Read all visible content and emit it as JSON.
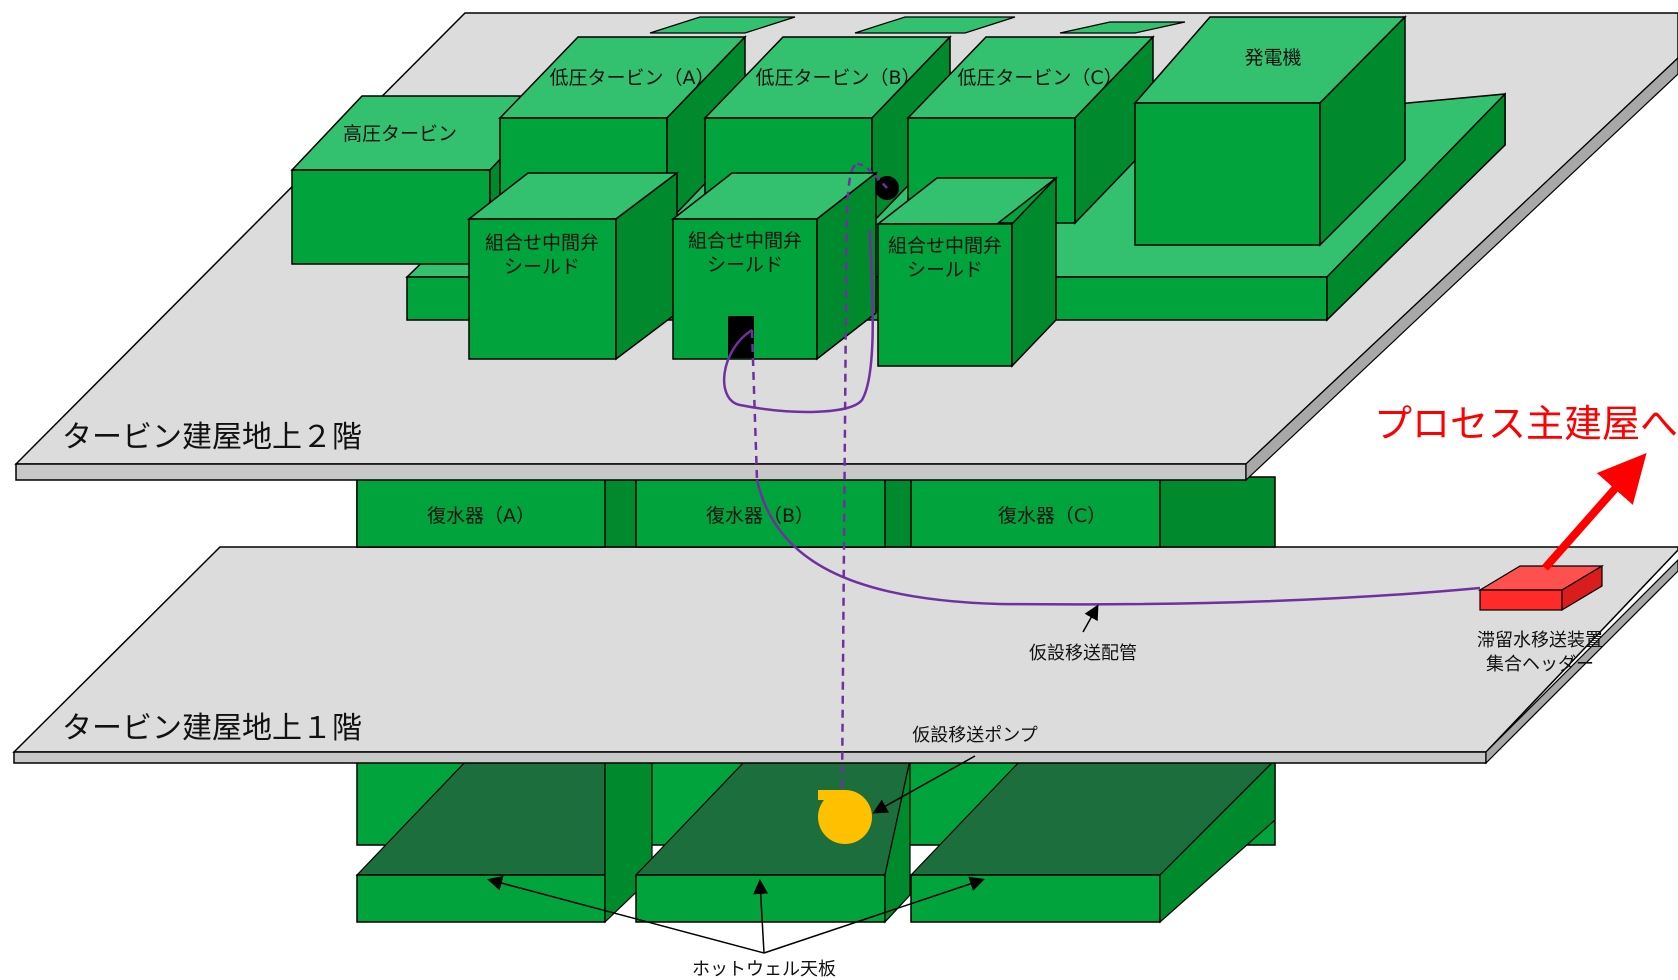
{
  "floors": {
    "second": "タービン建屋地上２階",
    "first": "タービン建屋地上１階"
  },
  "equipment": {
    "hp_turbine": "高圧タービン",
    "lp_turbine_a": "低圧タービン（A）",
    "lp_turbine_b": "低圧タービン（B）",
    "lp_turbine_c": "低圧タービン（C）",
    "generator": "発電機",
    "valve_shield_line1": "組合せ中間弁",
    "valve_shield_line2": "シールド",
    "condenser_a": "復水器（A）",
    "condenser_b": "復水器（B）",
    "condenser_c": "復水器（C）"
  },
  "annotations": {
    "destination": "プロセス主建屋へ",
    "temp_pipe": "仮設移送配管",
    "temp_pump": "仮設移送ポンプ",
    "header_line1": "滞留水移送装置",
    "header_line2": "集合ヘッダー",
    "hotwell": "ホットウェル天板"
  },
  "colors": {
    "box_front": "#00a33c",
    "box_top": "#33c170",
    "box_side": "#008a2e",
    "floor": "#dcdcdc",
    "pipe": "#7030a0",
    "header": "#ff2a2a",
    "pump": "#ffc000",
    "hotwell_top": "#1c6e3c",
    "destination_text": "#ff0000"
  }
}
